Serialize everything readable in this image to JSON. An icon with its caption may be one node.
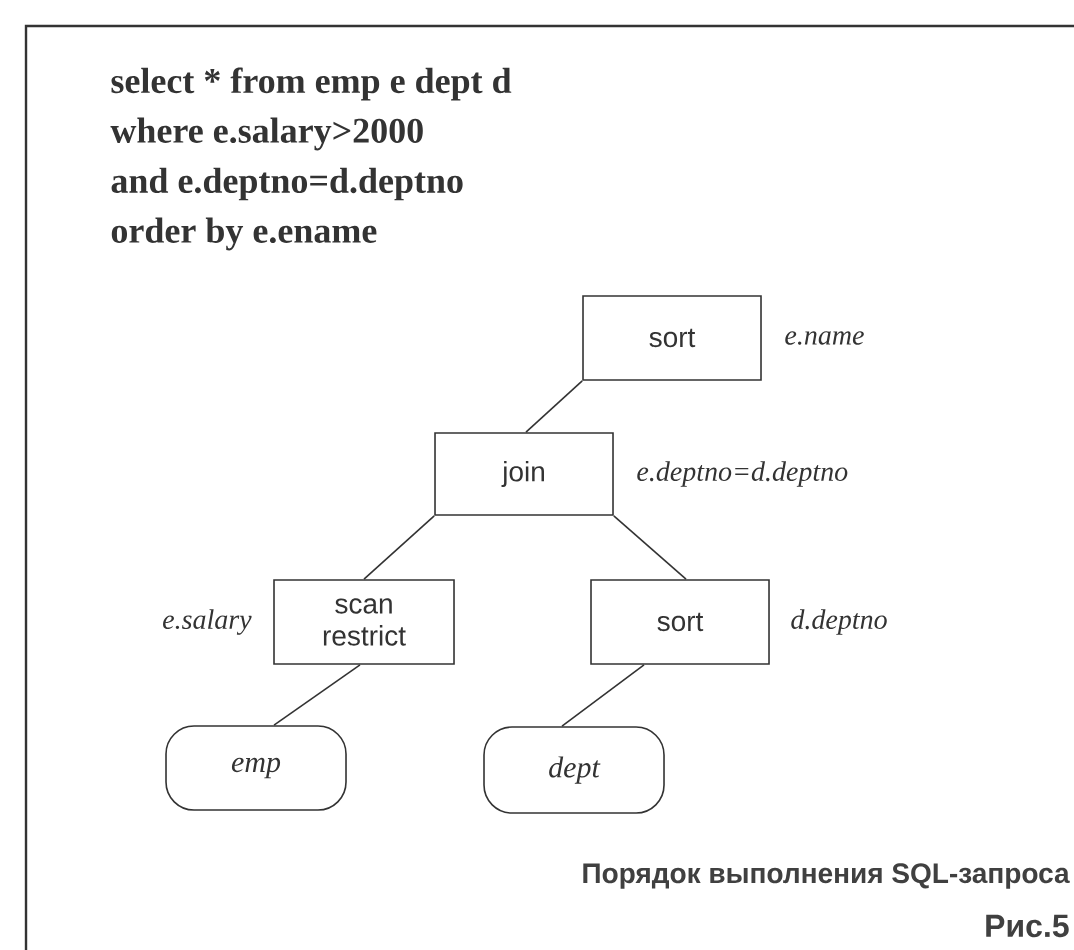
{
  "diagram": {
    "caption": "Порядок выполнения SQL-запроса",
    "nodes": [
      {
        "text": [
          "sort"
        ],
        "beside": [
          "e.name"
        ]
      },
      {
        "text": [
          "join"
        ],
        "beside": [
          "e.deptno=d.deptno"
        ]
      },
      {
        "text": [
          "scan restrict"
        ],
        "beside": [
          "e.salary"
        ]
      },
      {
        "text": [
          "sort"
        ],
        "beside": [
          "d.deptno"
        ]
      },
      {
        "text": [
          "emp"
        ]
      },
      {
        "text": [
          "dept"
        ]
      }
    ],
    "edges": [
      {
        "from": 0,
        "to": 1,
        "arrow": "none"
      },
      {
        "from": 1,
        "to": 2,
        "arrow": "none"
      },
      {
        "from": 1,
        "to": 3,
        "arrow": "none"
      },
      {
        "from": 2,
        "to": 4,
        "arrow": "none"
      },
      {
        "from": 3,
        "to": 5,
        "arrow": "none"
      }
    ],
    "labels": [
      "select * from emp e dept d",
      "where e.salary>2000",
      "and e.deptno=d.deptno",
      "order by e.ename",
      "Рис.5"
    ]
  }
}
